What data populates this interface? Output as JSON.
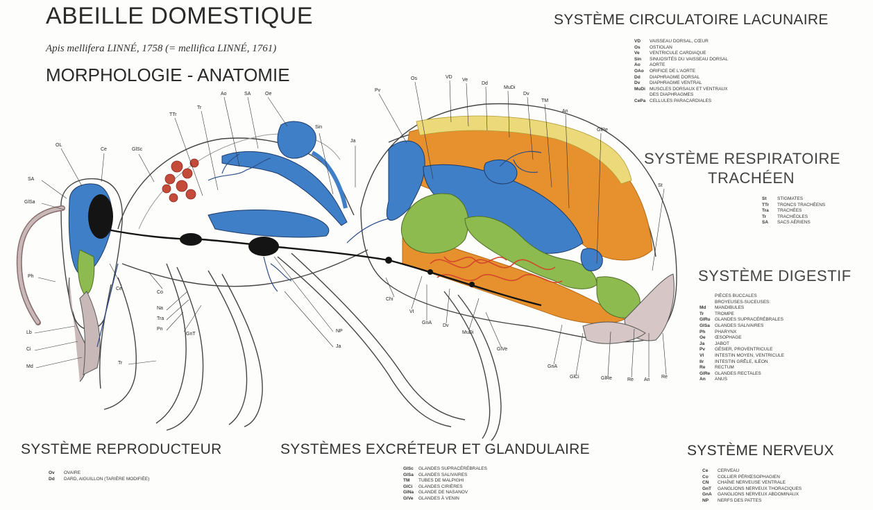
{
  "title": {
    "main": "ABEILLE DOMESTIQUE",
    "scientific": "Apis mellifera LINNÉ, 1758 (= mellifica LINNÉ, 1761)",
    "subtitle": "MORPHOLOGIE - ANATOMIE"
  },
  "systems": {
    "circulatory": {
      "title": "SYSTÈME CIRCULATOIRE LACUNAIRE",
      "items": [
        {
          "abbr": "VD",
          "text": "Vaisseau dorsal, cœur"
        },
        {
          "abbr": "Os",
          "text": "Ostiolan"
        },
        {
          "abbr": "Ve",
          "text": "Ventricule cardiaque"
        },
        {
          "abbr": "Sin",
          "text": "Sinuosités du vaisseau dorsal"
        },
        {
          "abbr": "Ao",
          "text": "Aorte"
        },
        {
          "abbr": "OAo",
          "text": "Orifice de l'aorte"
        },
        {
          "abbr": "Dd",
          "text": "Diaphragme dorsal"
        },
        {
          "abbr": "Dv",
          "text": "Diaphragme ventral"
        },
        {
          "abbr": "MuDi",
          "text": "Muscles dorsaux et ventraux"
        },
        {
          "abbr": "",
          "text": "des diaphragmes"
        },
        {
          "abbr": "CePa",
          "text": "Cellules paracardiales"
        }
      ]
    },
    "respiratory": {
      "title_line1": "SYSTÈME RESPIRATOIRE",
      "title_line2": "TRACHÉEN",
      "items": [
        {
          "abbr": "St",
          "text": "Stigmates"
        },
        {
          "abbr": "TTr",
          "text": "Troncs trachéens"
        },
        {
          "abbr": "Tra",
          "text": "Trachées"
        },
        {
          "abbr": "Tr",
          "text": "Trachéoles"
        },
        {
          "abbr": "SA",
          "text": "Sacs aériens"
        }
      ]
    },
    "digestive": {
      "title": "SYSTÈME DIGESTIF",
      "items": [
        {
          "abbr": "",
          "text": "Pièces buccales"
        },
        {
          "abbr": "",
          "text": "broyeuses-suceuses:"
        },
        {
          "abbr": "Md",
          "text": "Mandibules"
        },
        {
          "abbr": "Tr",
          "text": "Trompe"
        },
        {
          "abbr": "GlRu",
          "text": "Glandes supracérébrales"
        },
        {
          "abbr": "GlSa",
          "text": "Glandes salivaires"
        },
        {
          "abbr": "Ph",
          "text": "Pharynx"
        },
        {
          "abbr": "Oe",
          "text": "Œsophage"
        },
        {
          "abbr": "Ja",
          "text": "Jabot"
        },
        {
          "abbr": "Pv",
          "text": "Gésier, proventricule"
        },
        {
          "abbr": "VI",
          "text": "Intestin moyen, ventricule"
        },
        {
          "abbr": "Ilr",
          "text": "Intestin grêle, iléon"
        },
        {
          "abbr": "Re",
          "text": "Rectum"
        },
        {
          "abbr": "GlRe",
          "text": "Glandes rectales"
        },
        {
          "abbr": "An",
          "text": "Anus"
        }
      ]
    },
    "reproductive": {
      "title": "SYSTÈME REPRODUCTEUR",
      "items": [
        {
          "abbr": "Ov",
          "text": "Ovaire"
        },
        {
          "abbr": "Dd",
          "text": "Dard, aiguillon (tarière modifiée)"
        }
      ]
    },
    "excretory": {
      "title": "SYSTÈMES EXCRÉTEUR ET GLANDULAIRE",
      "items": [
        {
          "abbr": "GlSc",
          "text": "Glandes supracérébrales"
        },
        {
          "abbr": "GlSa",
          "text": "Glandes salivaires"
        },
        {
          "abbr": "TM",
          "text": "Tubes de Malpighi"
        },
        {
          "abbr": "GlCi",
          "text": "Glandes cirières"
        },
        {
          "abbr": "GlNa",
          "text": "Glande de Nasanov"
        },
        {
          "abbr": "GlVe",
          "text": "Glandes à venin"
        }
      ]
    },
    "nervous": {
      "title": "SYSTÈME NERVEUX",
      "items": [
        {
          "abbr": "Ce",
          "text": "Cerveau"
        },
        {
          "abbr": "Co",
          "text": "Collier périœsophagien"
        },
        {
          "abbr": "CN",
          "text": "Chaîne nerveuse ventrale"
        },
        {
          "abbr": "GnT",
          "text": "Ganglions nerveux thoraciques"
        },
        {
          "abbr": "GnA",
          "text": "Ganglions nerveux abdominaux"
        },
        {
          "abbr": "NP",
          "text": "Nerfs des pattes"
        }
      ]
    }
  },
  "callouts": {
    "ol": "OL",
    "ce": "Ce",
    "glsc": "GlSc",
    "sa": "SA",
    "glsa": "GlSa",
    "ph": "Ph",
    "lb": "Lb",
    "ci": "Ci",
    "md": "Md",
    "ttr": "TTr",
    "tr": "Tr",
    "ao": "Ao",
    "sa2": "SA",
    "oe": "Oe",
    "sin": "Sin",
    "ja": "Ja",
    "pv": "Pv",
    "os": "Os",
    "vd": "VD",
    "ve": "Ve",
    "dd": "Dd",
    "mudi": "MuDi",
    "dv": "Dv",
    "tm": "TM",
    "an": "An",
    "glre": "GlRe",
    "ceb": "Ce",
    "co": "Co",
    "na": "Na",
    "tra": "Tra",
    "pn": "Pn",
    "gnt": "GnT",
    "np": "NP",
    "ja2": "Ja",
    "chi": "Chi",
    "vi": "VI",
    "gna": "GnA",
    "dv2": "Dv",
    "mudi2": "MuDi",
    "glve": "GlVe",
    "gna2": "GnA",
    "glci": "GlCi",
    "glre2": "GlRe",
    "re": "Re",
    "an2": "An",
    "re2": "Re",
    "st": "St",
    "tr2": "Tr"
  },
  "colors": {
    "circulatory": "#3f7fc8",
    "digestive_green": "#8dbb4f",
    "fat_orange": "#e6902e",
    "yellow": "#ecd97a",
    "malpighi_red": "#d4482a",
    "nerve_black": "#141414",
    "trachea_blue": "#2d4f88",
    "cuticle": "#c9b8b8"
  }
}
